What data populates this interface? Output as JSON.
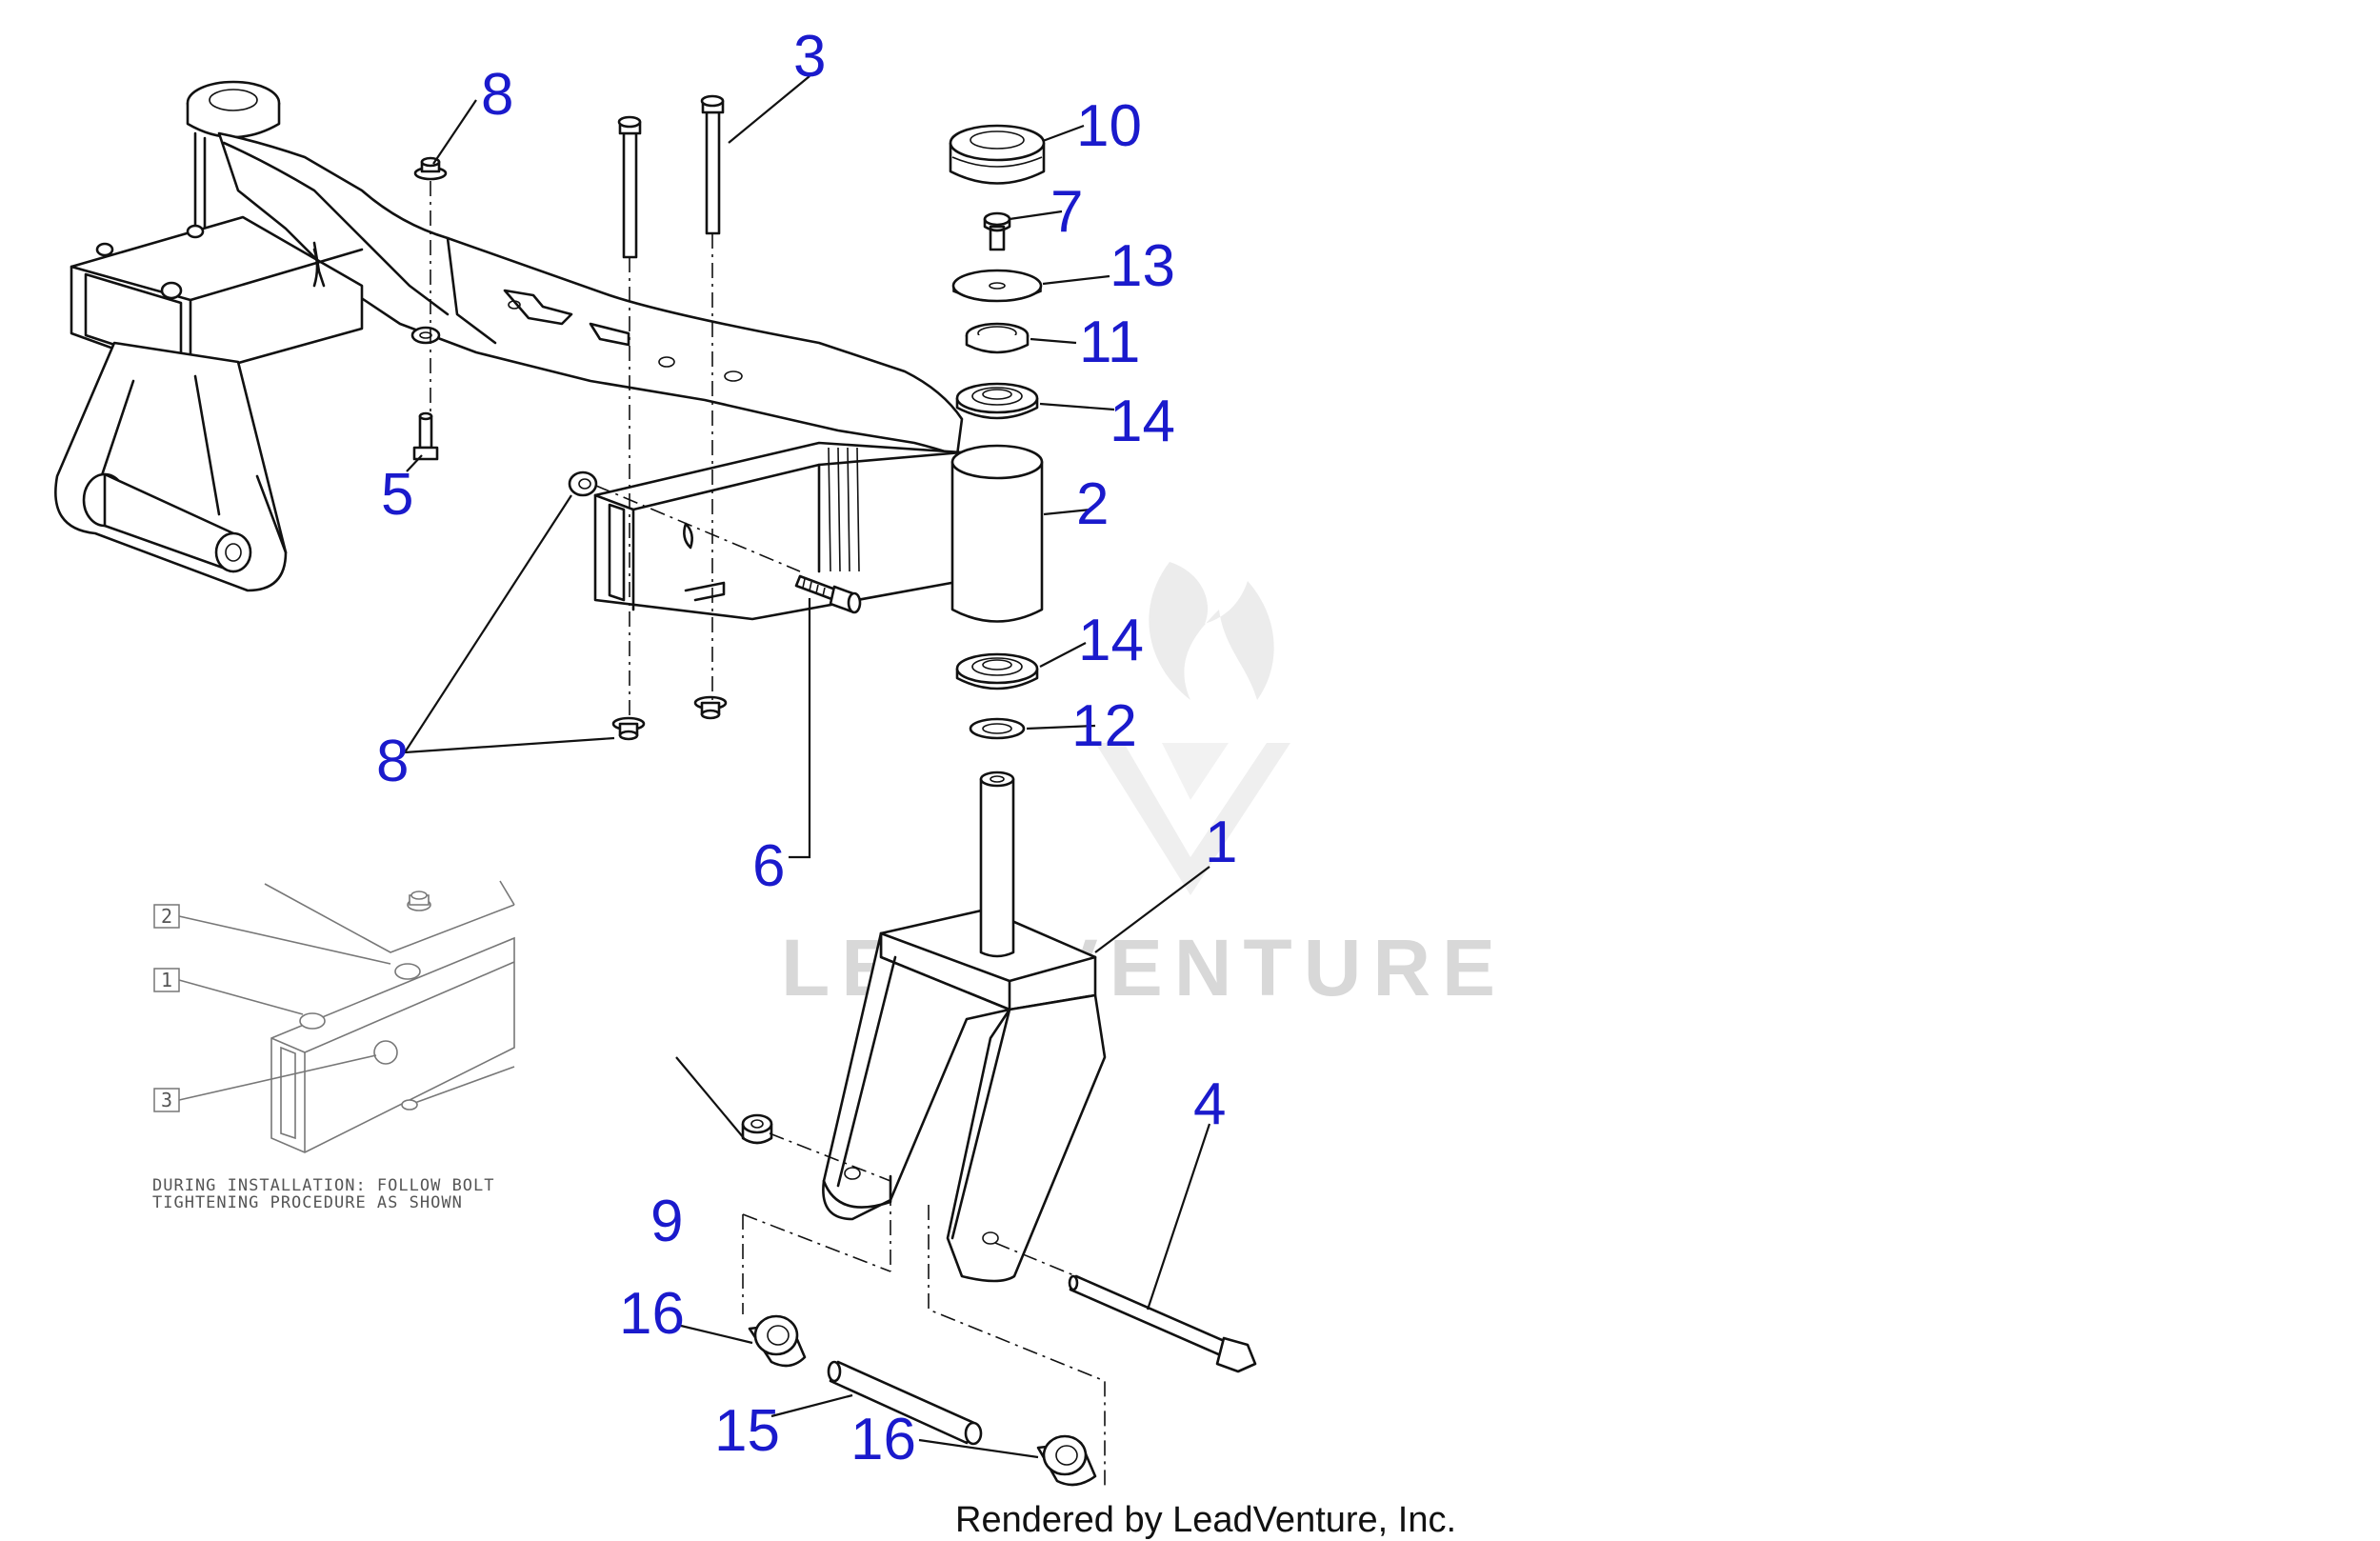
{
  "callouts": [
    {
      "id": "c1",
      "text": "1"
    },
    {
      "id": "c2",
      "text": "2"
    },
    {
      "id": "c3",
      "text": "3"
    },
    {
      "id": "c4",
      "text": "4"
    },
    {
      "id": "c5",
      "text": "5"
    },
    {
      "id": "c6",
      "text": "6"
    },
    {
      "id": "c7",
      "text": "7"
    },
    {
      "id": "c8a",
      "text": "8"
    },
    {
      "id": "c8b",
      "text": "8"
    },
    {
      "id": "c9",
      "text": "9"
    },
    {
      "id": "c10",
      "text": "10"
    },
    {
      "id": "c11",
      "text": "11"
    },
    {
      "id": "c12",
      "text": "12"
    },
    {
      "id": "c13",
      "text": "13"
    },
    {
      "id": "c14a",
      "text": "14"
    },
    {
      "id": "c14b",
      "text": "14"
    },
    {
      "id": "c15",
      "text": "15"
    },
    {
      "id": "c16a",
      "text": "16"
    },
    {
      "id": "c16b",
      "text": "16"
    }
  ],
  "inset": {
    "boxes": [
      "2",
      "1",
      "3"
    ],
    "note_line1": "DURING INSTALLATION: FOLLOW BOLT",
    "note_line2": "TIGHTENING PROCEDURE AS SHOWN"
  },
  "watermark": "LEADVENTURE",
  "credit": "Rendered by LeadVenture, Inc.",
  "colors": {
    "callout": "#1a1acc",
    "line": "#111111",
    "watermark": "#d8d8d8"
  }
}
